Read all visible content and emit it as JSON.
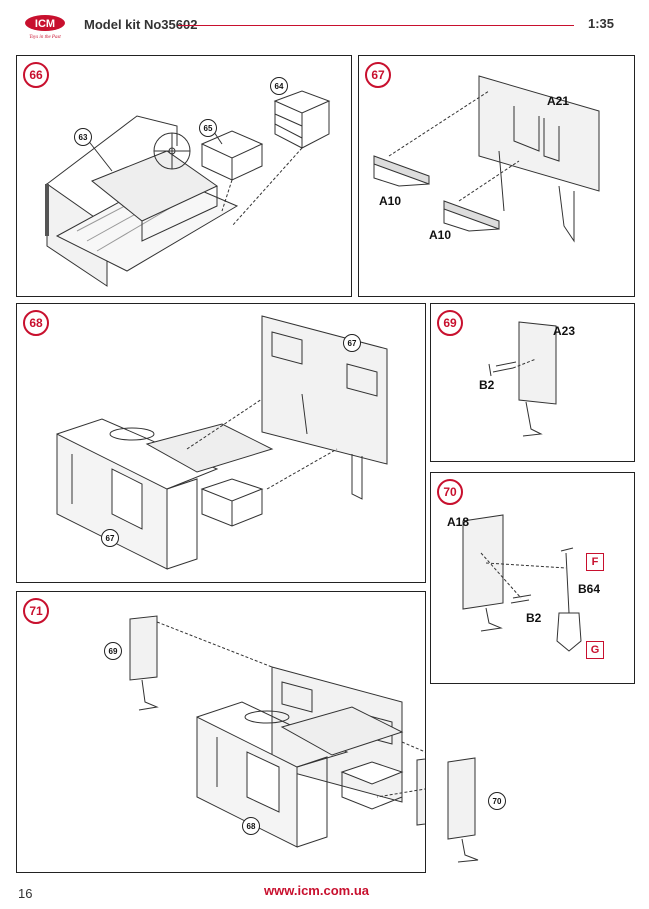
{
  "header": {
    "kit": "Model kit No35602",
    "scale": "1:35",
    "logo_text": "ICM"
  },
  "steps": {
    "s66": "66",
    "s67": "67",
    "s68": "68",
    "s69": "69",
    "s70": "70",
    "s71": "71"
  },
  "parts": {
    "p63": "63",
    "p64": "64",
    "p65": "65",
    "a21": "A21",
    "a10a": "A10",
    "a10b": "A10",
    "p67a": "67",
    "p67b": "67",
    "a23": "A23",
    "b2a": "B2",
    "a18": "A18",
    "b2b": "B2",
    "b64": "B64",
    "f": "F",
    "g": "G",
    "p69": "69",
    "p68": "68",
    "p70": "70"
  },
  "footer": {
    "page": "16",
    "url": "www.icm.com.ua"
  },
  "colors": {
    "accent": "#c8102e"
  }
}
